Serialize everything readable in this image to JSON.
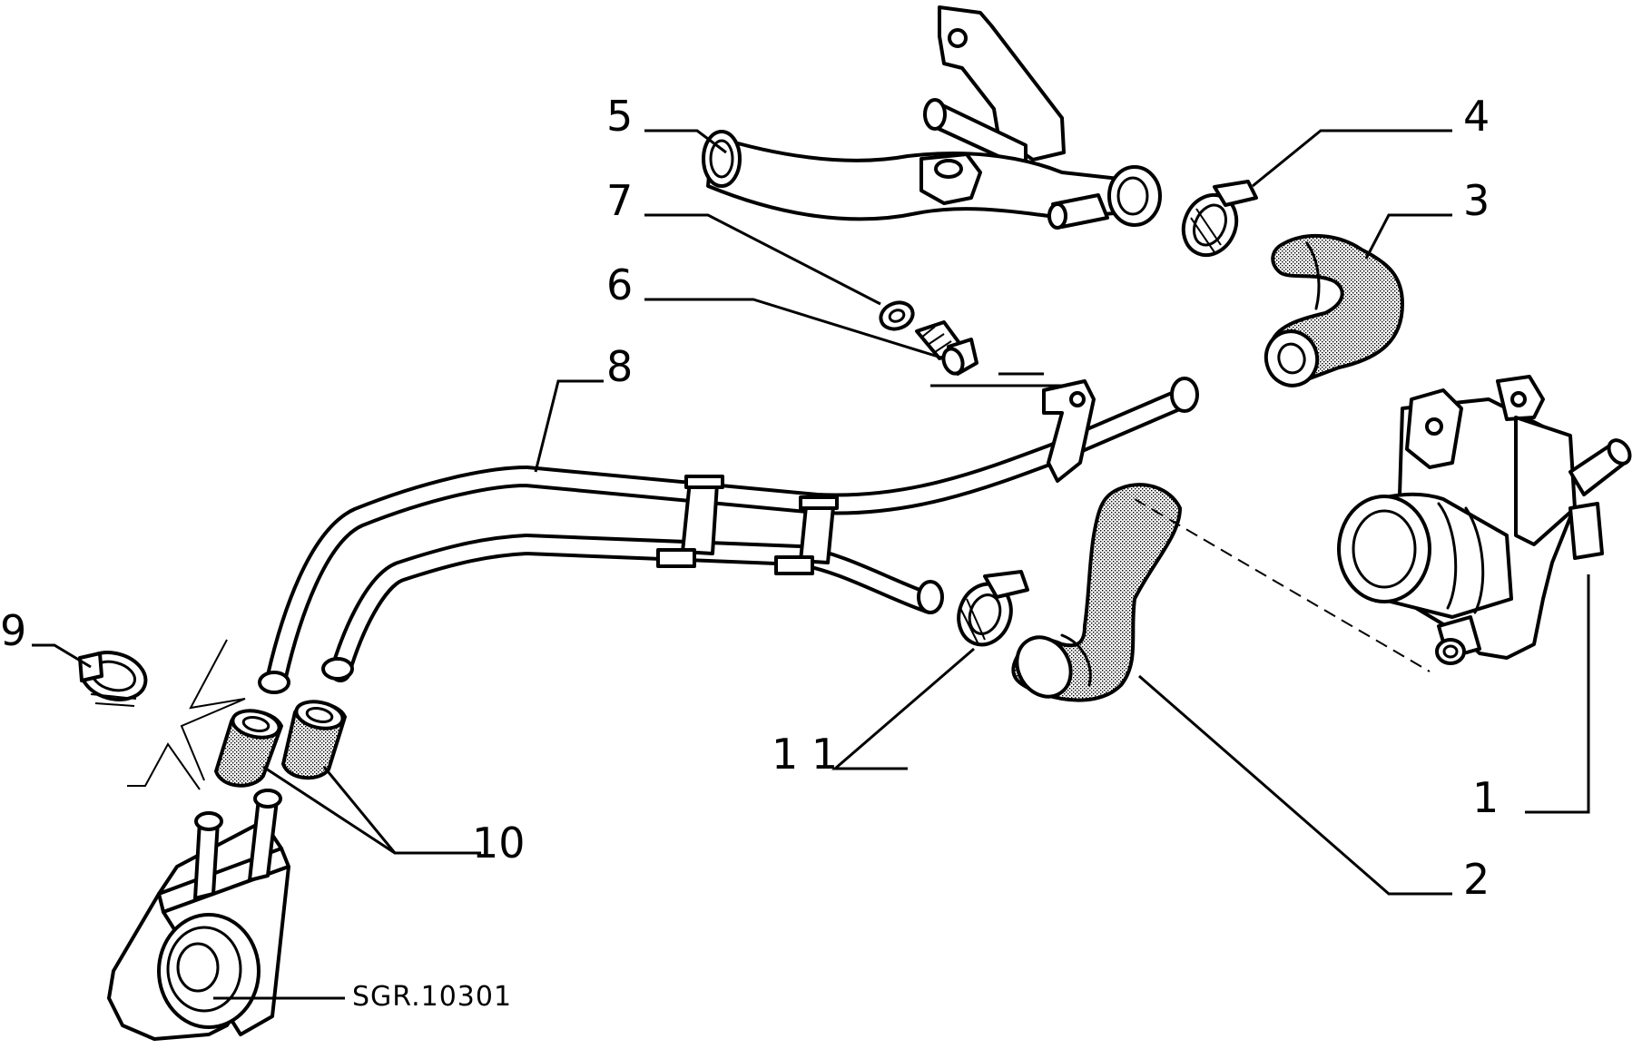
{
  "diagram": {
    "code": "SGR.10301",
    "labels": [
      {
        "id": "1",
        "text": "1"
      },
      {
        "id": "2",
        "text": "2"
      },
      {
        "id": "3",
        "text": "3"
      },
      {
        "id": "4",
        "text": "4"
      },
      {
        "id": "5",
        "text": "5"
      },
      {
        "id": "6",
        "text": "6"
      },
      {
        "id": "7",
        "text": "7"
      },
      {
        "id": "8",
        "text": "8"
      },
      {
        "id": "9",
        "text": "9"
      },
      {
        "id": "10",
        "text": "10"
      },
      {
        "id": "11",
        "text": "1 1"
      }
    ]
  }
}
